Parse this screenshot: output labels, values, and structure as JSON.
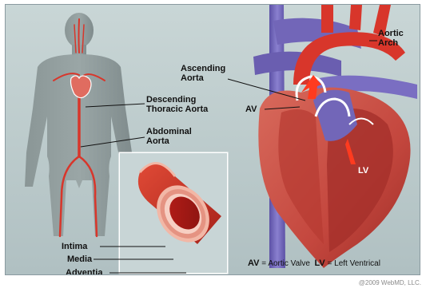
{
  "labels": {
    "ascending_aorta": [
      "Ascending",
      "Aorta"
    ],
    "descending_thoracic_aorta": [
      "Descending",
      "Thoracic Aorta"
    ],
    "abdominal_aorta": [
      "Abdominal",
      "Aorta"
    ],
    "aortic_arch": [
      "Aortic",
      "Arch"
    ],
    "av": "AV",
    "lv": "LV",
    "intima": "Intima",
    "media": "Media",
    "adventia": "Adventia"
  },
  "legend": {
    "av_abbr": "AV",
    "av_text": " = Aortic Valve",
    "lv_abbr": "LV",
    "lv_text": " = Left Ventrical"
  },
  "copyright": "@2009 WebMD, LLC.",
  "colors": {
    "background": "#c4d2d3",
    "aorta_red": "#d8362b",
    "vein_purple": "#7266b8",
    "heart_muscle": "#c8534a",
    "vessel_wall_pink": "#f2b7a6"
  }
}
